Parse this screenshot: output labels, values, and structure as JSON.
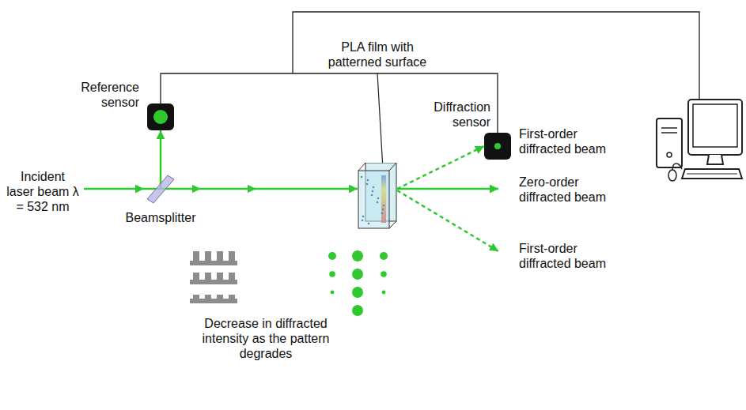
{
  "diagram": {
    "nodes": [
      {
        "text": [
          "Reference sensor"
        ]
      },
      {
        "text": [
          "Beamsplitter"
        ]
      },
      {
        "text": [
          "PLA film with patterned surface"
        ]
      },
      {
        "text": [
          "Diffraction sensor"
        ]
      }
    ],
    "edges": [
      {
        "from": 1,
        "to": 0,
        "arrow": "to"
      },
      {
        "from": 1,
        "to": 2,
        "arrow": "to"
      },
      {
        "from": 2,
        "to": 3,
        "arrow": "to"
      }
    ],
    "labels": [
      "Incident laser beam λ = 532 nm",
      "First-order diffracted beam",
      "Zero-order diffracted beam",
      "First-order diffracted beam",
      "Decrease in diffracted intensity as the pattern degrades"
    ]
  }
}
